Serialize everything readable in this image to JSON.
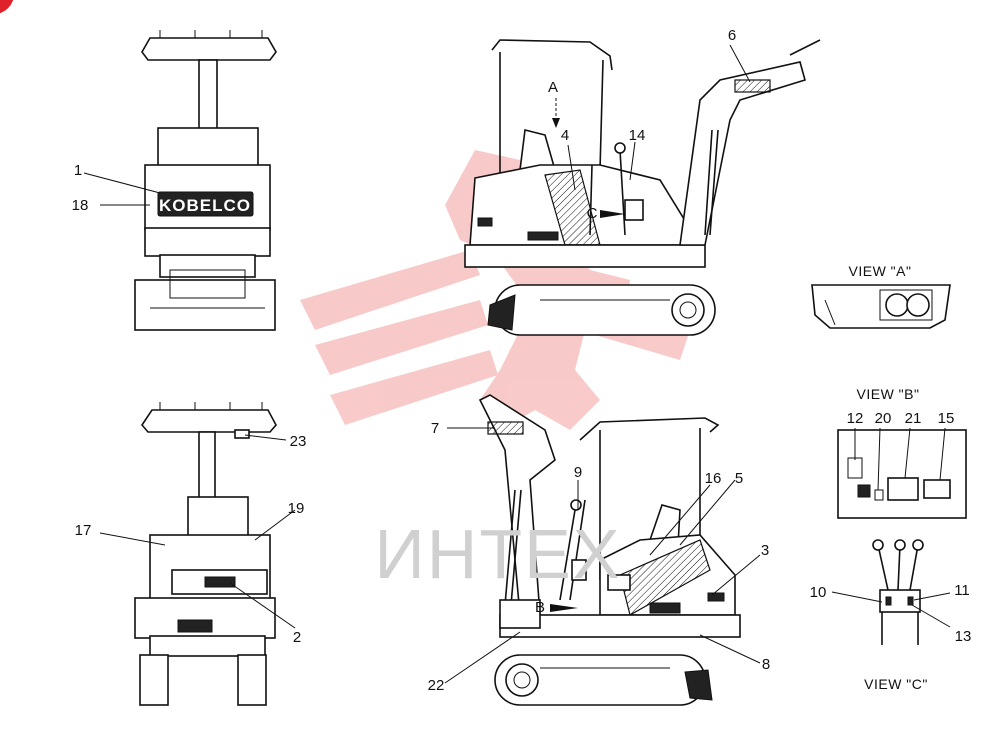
{
  "corner_badge_color": "#e0202a",
  "watermark": {
    "text": "ИНТЕХ",
    "color": "#f08a8a"
  },
  "brand_plate": "KOBELCO",
  "callouts": [
    "1",
    "2",
    "3",
    "4",
    "5",
    "6",
    "7",
    "8",
    "9",
    "10",
    "11",
    "12",
    "13",
    "14",
    "15",
    "16",
    "17",
    "18",
    "19",
    "20",
    "21",
    "22",
    "23"
  ],
  "view_labels": {
    "a": "VIEW \"A\"",
    "b": "VIEW \"B\"",
    "c": "VIEW \"C\""
  },
  "arrow_letters": {
    "a": "A",
    "b": "B",
    "c": "C"
  }
}
